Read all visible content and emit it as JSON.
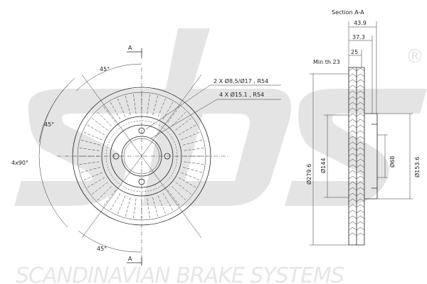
{
  "watermark": {
    "logo": "sbs",
    "registered": "®",
    "tagline": "SCANDINAVIAN BRAKE SYSTEMS",
    "color": "#e4e4e4"
  },
  "front_view": {
    "section_marker": "A",
    "angle_top": "45°",
    "angle_left": "45°",
    "angle_bottom": "45°",
    "angle_full": "4x90°",
    "callout_holes_small": "2 X Ø8,5/Ø17 , R54",
    "callout_holes_bolt": "4 X Ø15.1 , R54"
  },
  "section_view": {
    "title": "Section A-A",
    "dim_total_height": "43.9",
    "dim_hat_height": "37.3",
    "dim_thickness": "25",
    "min_thickness": "Min th 23",
    "dia_outer": "Ø279.6",
    "dia_inner_friction": "Ø144",
    "dia_center_bore": "Ø68",
    "dia_hat": "Ø153.6"
  }
}
